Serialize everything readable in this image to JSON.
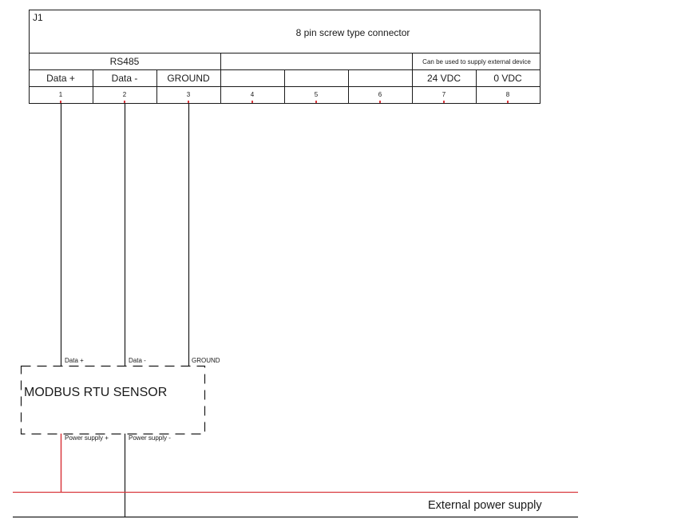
{
  "connector": {
    "ref": "J1",
    "description": "8 pin screw type connector",
    "group_rs485": "RS485",
    "group_supply": "Can be used to supply external device",
    "functions": [
      "Data +",
      "Data -",
      "GROUND",
      "",
      "",
      "",
      "24 VDC",
      "0 VDC"
    ],
    "pins": [
      "1",
      "2",
      "3",
      "4",
      "5",
      "6",
      "7",
      "8"
    ]
  },
  "sensor": {
    "name": "MODBUS RTU SENSOR",
    "top_terminals": [
      "Data +",
      "Data -",
      "GROUND"
    ],
    "bottom_terminals": [
      "Power supply +",
      "Power supply -"
    ]
  },
  "power": {
    "label": "External power supply"
  },
  "colors": {
    "line": "#1a1a1a",
    "positive_wire": "#d9383e"
  }
}
